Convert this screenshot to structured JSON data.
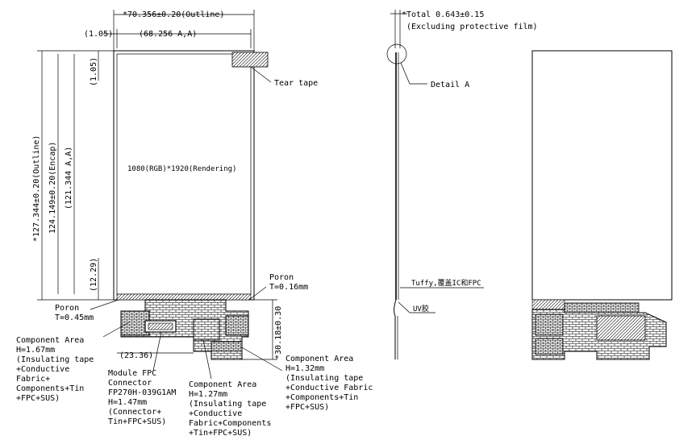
{
  "front_view": {
    "outline_width": "*70.356±0.20(Outline)",
    "aa_width": "(68.256 A,A)",
    "left_margin": "(1.05)",
    "top_margin": "(1.05)",
    "outline_height": "*127.344±0.20(Outline)",
    "encap_height": "124.149±0.20(Encap)",
    "aa_height": "(121.344 A,A)",
    "bottom_margin": "(12.29)",
    "resolution": "1080(RGB)*1920(Rendering)",
    "tear_tape": "Tear tape",
    "poron_right": [
      "Poron",
      "T=0.16mm"
    ],
    "poron_left": [
      "Poron",
      "T=0.45mm"
    ],
    "fpc_height": "*30.18±0.30",
    "fpc_offset": "(23.36)"
  },
  "callouts": {
    "component_left": [
      "Component Area",
      "H=1.67mm",
      "(Insulating tape",
      "+Conductive",
      "Fabric+",
      "Components+Tin",
      "+FPC+SUS)"
    ],
    "connector": [
      "Module FPC",
      "Connector",
      "FP270H-039G1AM",
      "H=1.47mm",
      "(Connector+",
      "Tin+FPC+SUS)"
    ],
    "component_mid": [
      "Component Area",
      "H=1.27mm",
      "(Insulating tape",
      "+Conductive",
      "Fabric+Components",
      "+Tin+FPC+SUS)"
    ],
    "component_right": [
      "Component Area",
      "H=1.32mm",
      "(Insulating tape",
      "+Conductive Fabric",
      "+Components+Tin",
      "+FPC+SUS)"
    ]
  },
  "side_view": {
    "total": "*Total 0.643±0.15",
    "excluding": "(Excluding protective film)",
    "detail": "Detail A",
    "tuffy": "Tuffy,覆盖IC和FPC",
    "uv": "UV胶"
  }
}
